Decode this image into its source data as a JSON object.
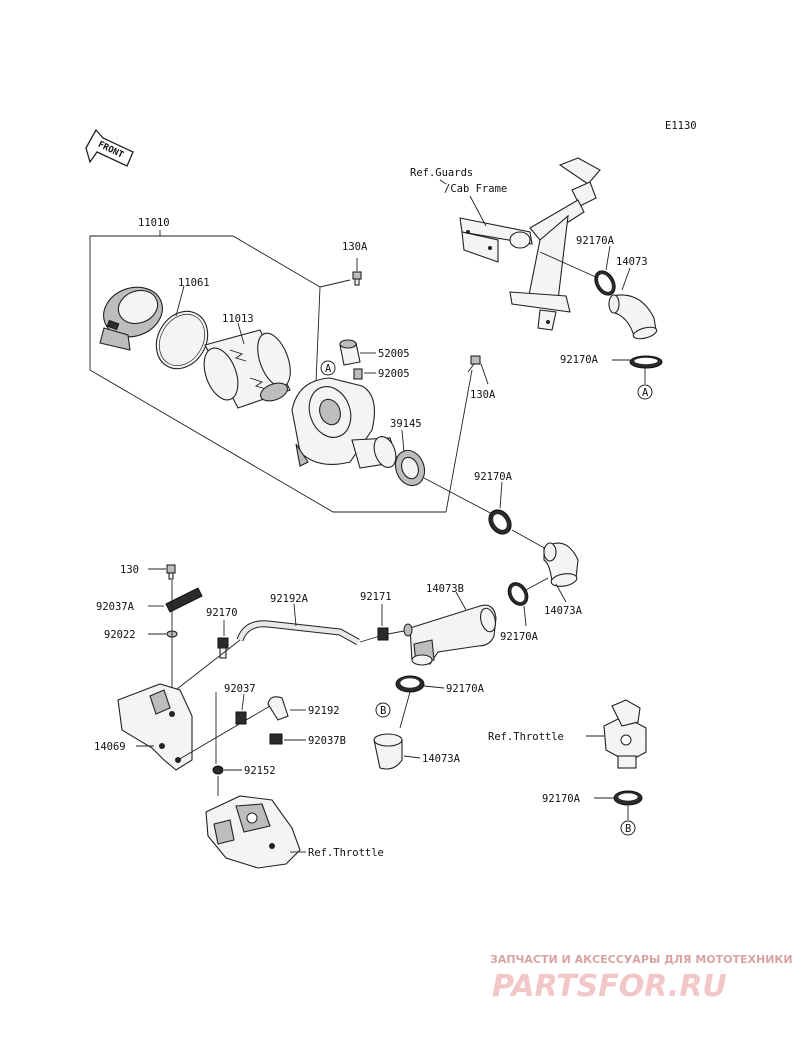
{
  "diagram_code": "E1130",
  "front_label": "FRONT",
  "labels": {
    "p11010": "11010",
    "p11061": "11061",
    "p11013": "11013",
    "p130A_top": "130A",
    "p52005": "52005",
    "p92005": "92005",
    "p130A_mid": "130A",
    "p39145": "39145",
    "p92170A_top": "92170A",
    "p14073": "14073",
    "p92170A_a": "92170A",
    "p92170A_mid": "92170A",
    "p130": "130",
    "p92037A": "92037A",
    "p92022": "92022",
    "p92170": "92170",
    "p92192A": "92192A",
    "p92171": "92171",
    "p14073B": "14073B",
    "p14073A_right": "14073A",
    "p92170A_right": "92170A",
    "p92170A_low": "92170A",
    "p92037": "92037",
    "p92192": "92192",
    "p92037B": "92037B",
    "p14069": "14069",
    "p14073A_low": "14073A",
    "p92152": "92152",
    "p92170A_b": "92170A"
  },
  "refs": {
    "guards_line1": "Ref.Guards",
    "guards_line2": "/Cab Frame",
    "throttle_right": "Ref.Throttle",
    "throttle_bottom": "Ref.Throttle"
  },
  "markers": {
    "a1": "A",
    "a2": "A",
    "b1": "B",
    "b2": "B"
  },
  "watermark": {
    "line1": "ЗАПЧАСТИ И АКСЕССУАРЫ ДЛЯ МОТОТЕХНИКИ",
    "line2": "PARTSFOR.RU"
  }
}
